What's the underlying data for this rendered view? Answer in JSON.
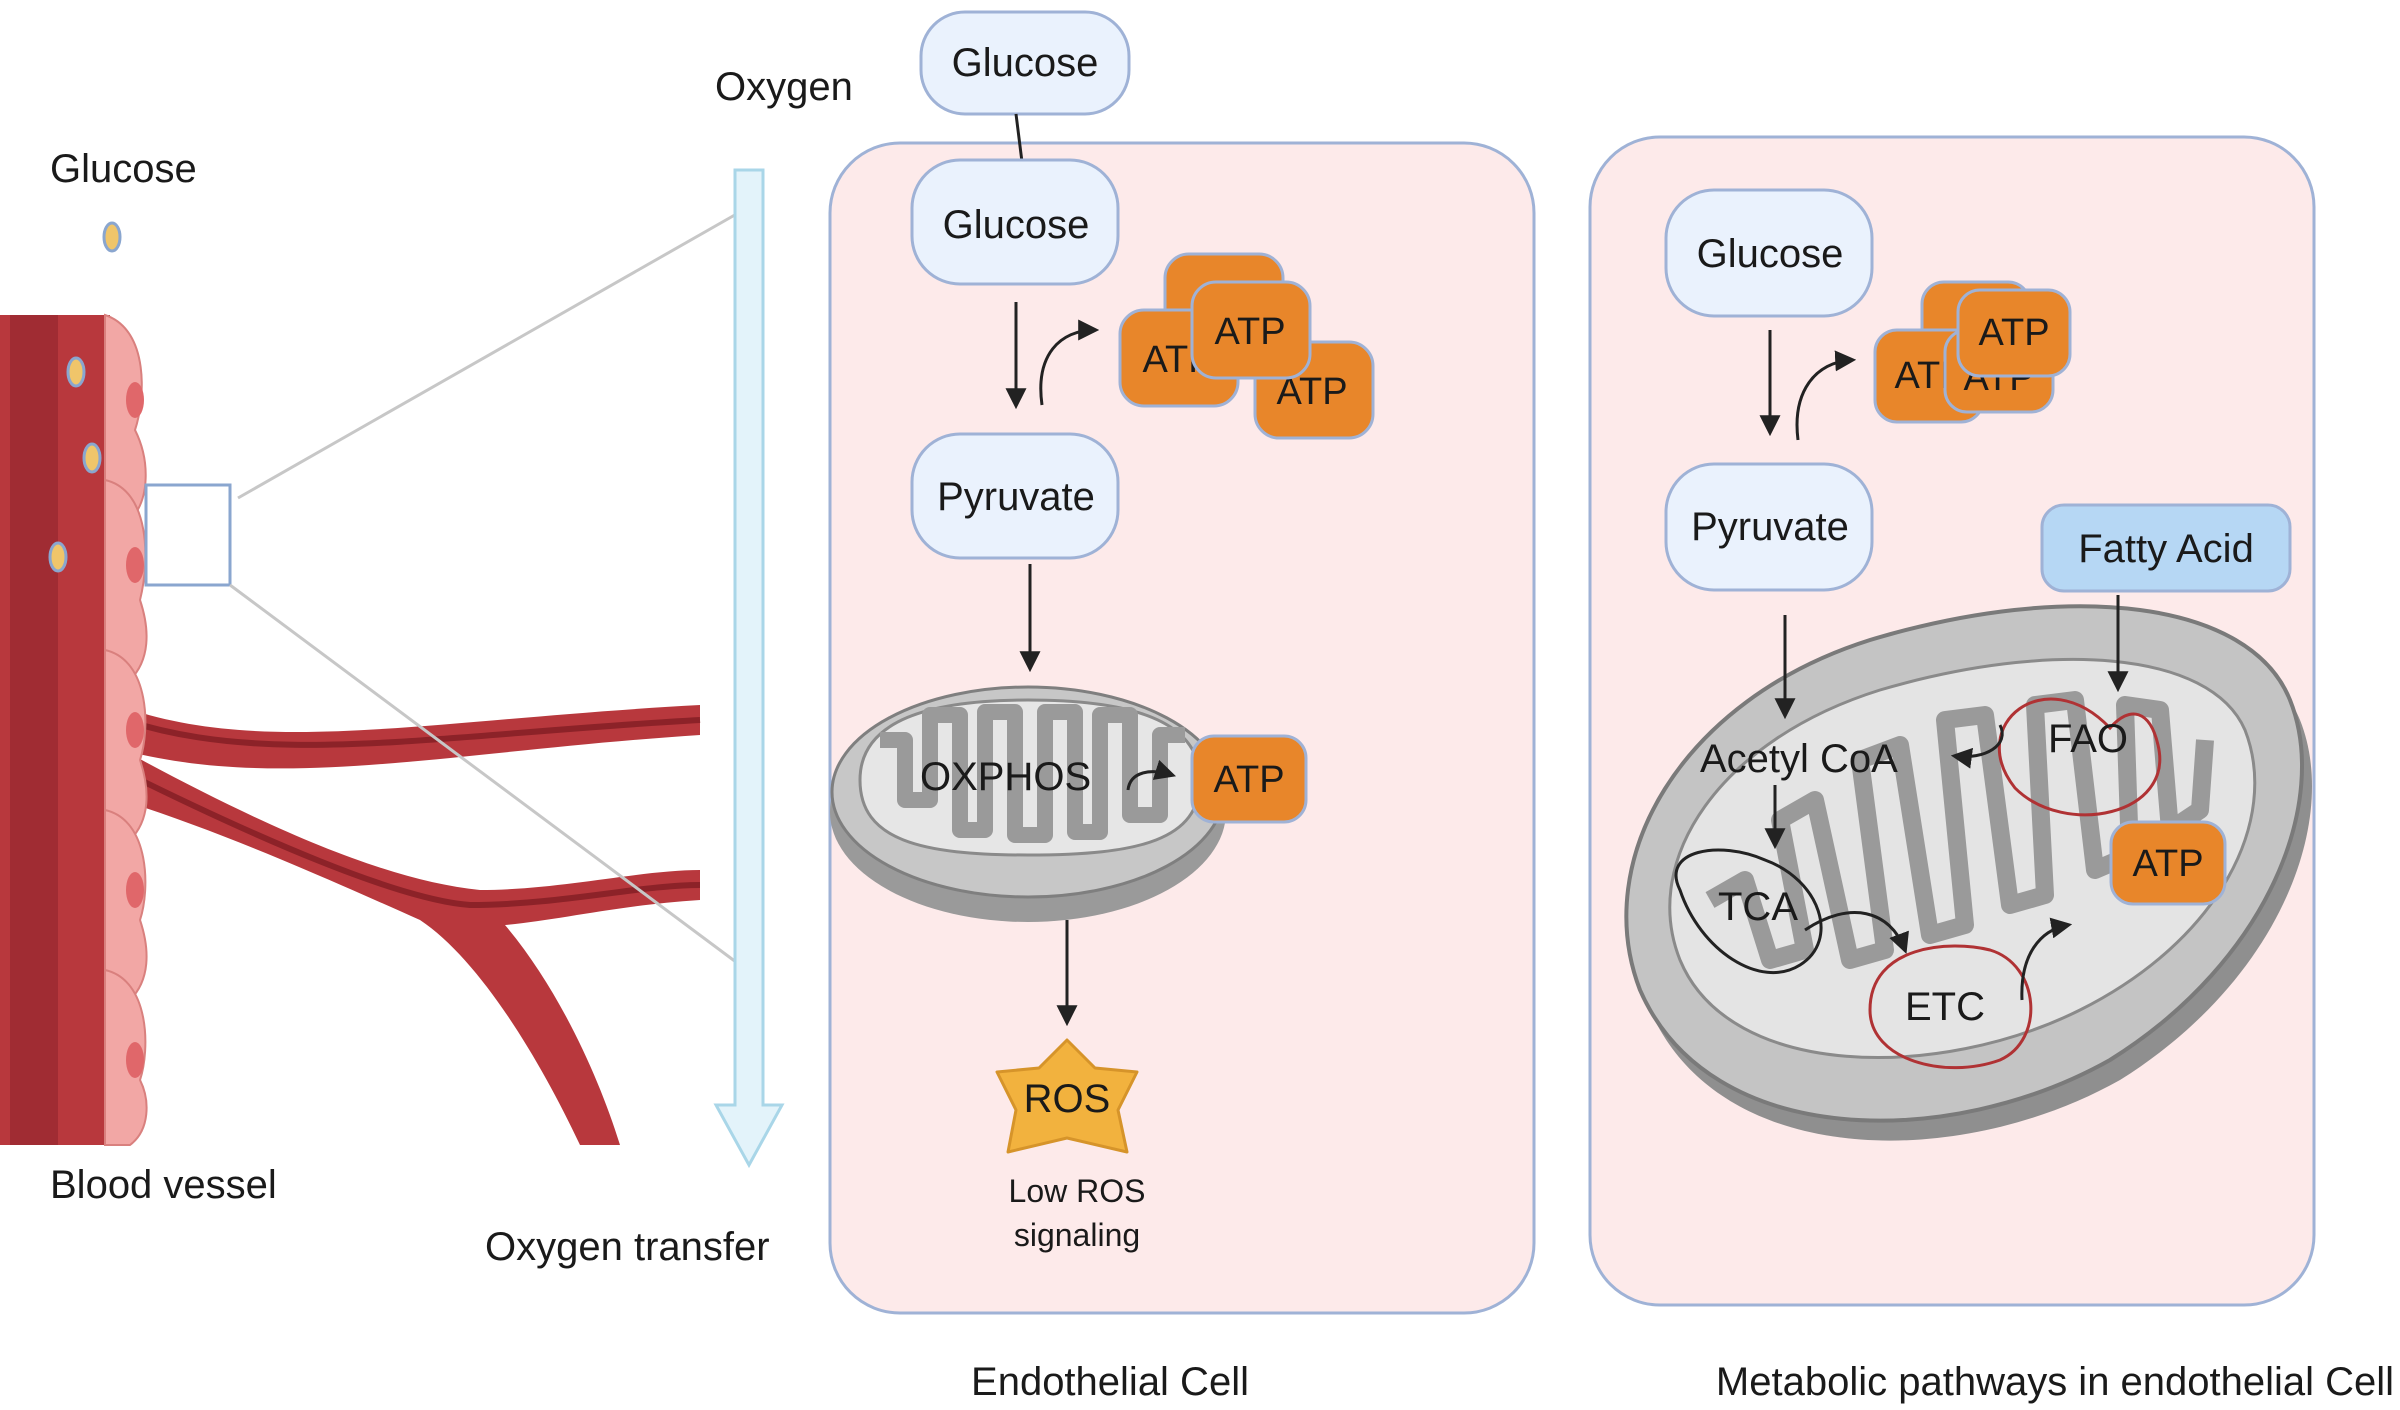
{
  "left": {
    "glucose_label": "Glucose",
    "oxygen_label": "Oxygen",
    "vessel_label": "Blood vessel",
    "transfer_label": "Oxygen transfer"
  },
  "panel1": {
    "title": "Endothelial Cell",
    "glucose_outside": "Glucose",
    "glucose": "Glucose",
    "pyruvate": "Pyruvate",
    "atp": "ATP",
    "oxphos": "OXPHOS",
    "ros": "ROS",
    "ros_caption_1": "Low ROS",
    "ros_caption_2": "signaling"
  },
  "panel2": {
    "title": "Metabolic pathways in endothelial Cell",
    "glucose": "Glucose",
    "pyruvate": "Pyruvate",
    "fatty_acid": "Fatty Acid",
    "acetyl_coa": "Acetyl CoA",
    "fao": "FAO",
    "tca": "TCA",
    "etc": "ETC",
    "atp": "ATP"
  },
  "colors": {
    "panel_fill": "#fdeaea",
    "panel_stroke": "#9fb2d6",
    "box_fill": "#eaf2fd",
    "fatty_fill": "#b6d7f4",
    "atp_fill": "#e8862a",
    "vessel": "#b8383d",
    "cell": "#f2a7a5",
    "ros_fill": "#f2b23e"
  }
}
